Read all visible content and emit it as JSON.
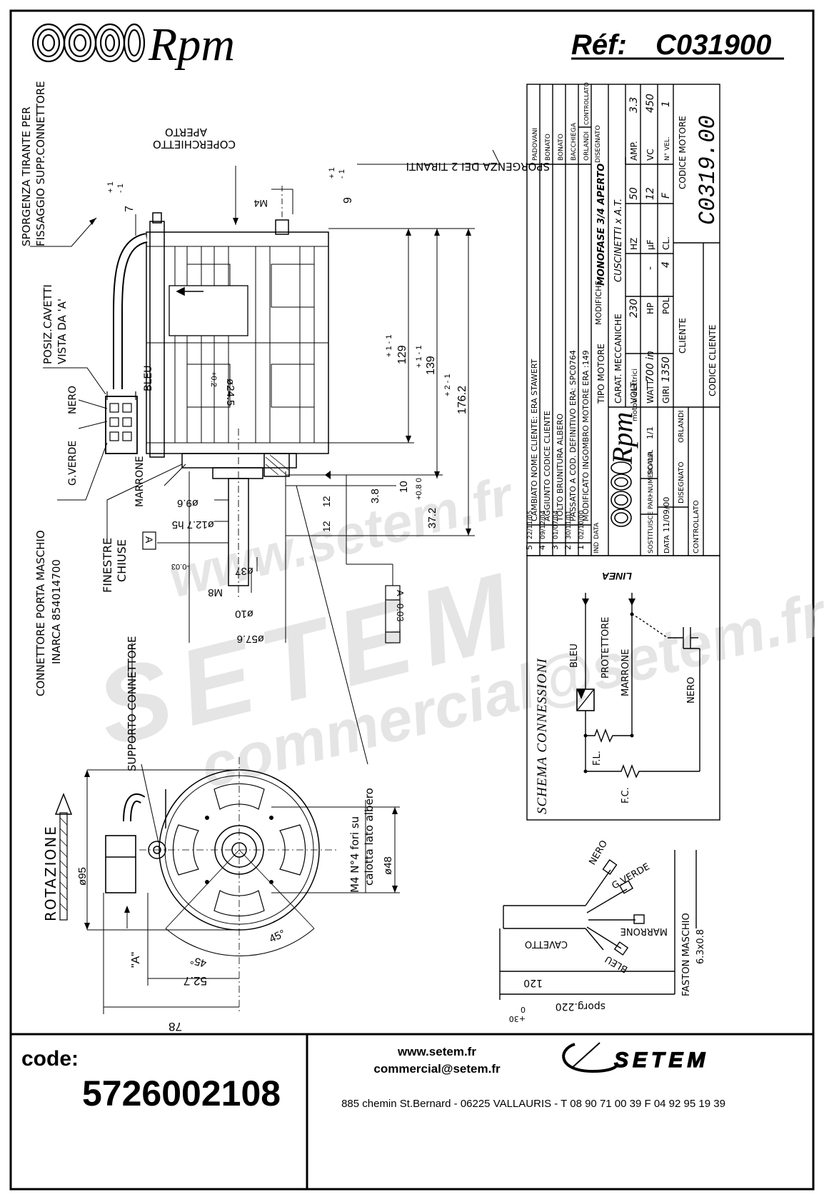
{
  "header": {
    "brand": "Rpm",
    "ref_label": "Réf:",
    "ref_value": "C031900"
  },
  "labels": {
    "sporgenza_tirante_1": "SPORGENZA TIRANTE PER",
    "sporgenza_tirante_2": "FISSAGGIO SUPP.CONNETTORE",
    "copechietto_1": "COPERCHIETTO",
    "copechietto_2": "APERTO",
    "sporgenza_tiranti": "SPORGENZA DEI 2 TIRANTI",
    "posiz_cavetti_1": "POSIZ.CAVETTI",
    "posiz_cavetti_2": "VISTA DA 'A'",
    "bleu": "BLEU",
    "nero": "NERO",
    "g_verde": "G.VERDE",
    "marrone": "MARRONE",
    "finestre_1": "FINESTRE",
    "finestre_2": "CHIUSE",
    "connettore_1": "CONNETTORE PORTA MASCHIO",
    "connettore_2": "INARCA 854014700",
    "supporto_connettore": "SUPPORTO CONNETTORE",
    "rotazione": "ROTAZIONE",
    "view_a": "\"A\"",
    "fori_1": "M4 N°4 fori su",
    "fori_2": "calotta lato albero",
    "cavetto": "CAVETTO",
    "nero_w": "NERO",
    "gverde_w": "G.VERDE",
    "marrone_w": "MARRONE",
    "bleu_w": "BLEU",
    "faston_1": "FASTON MASCHIO",
    "faston_2": "6.3x0.8",
    "sporg": "sporg.220",
    "sporg_tol_up": "+30",
    "sporg_tol_dn": "0"
  },
  "dims": {
    "d7": "7",
    "d7_tol_up": "+ 1",
    "d7_tol_dn": "- 1",
    "d9": "9",
    "d9_tol_up": "+ 1",
    "d9_tol_dn": "- 1",
    "m4": "M4",
    "d129": "129",
    "d129_tol": "+ 1   - 1",
    "d139": "139",
    "d139_tol": "+ 1   - 1",
    "d176": "176.2",
    "d176_tol": "+ 2   - 1",
    "d245": "ø24.5",
    "d245_tol": "+0.2",
    "d96": "ø9.6",
    "d127": "ø12.7 h5",
    "d37": "ø37",
    "d37_tol": "-0.03",
    "m8": "M8",
    "d10": "ø10",
    "d576": "ø57.6",
    "d38": "3.8",
    "d10b": "10",
    "d372": "37.2",
    "d372_tol": "+0.8  0",
    "d12a": "12",
    "d12b": "12",
    "tol_box": "0.03",
    "datum_a": "A",
    "datum_a2": "A",
    "d95": "ø95",
    "d48": "ø48",
    "d45a": "45°",
    "d45b": "45°",
    "d527": "52.7",
    "d78": "78",
    "d120": "120"
  },
  "revisions": [
    {
      "ind": "5",
      "date": "22/11/05",
      "desc": "CAMBIATO NOME CLIENTE: ERA STAWERT",
      "by": "PADOVANI"
    },
    {
      "ind": "4",
      "date": "09/12/04",
      "desc": "AGGIUNTO CODICE CLIENTE",
      "by": "BONATO"
    },
    {
      "ind": "3",
      "date": "01/07/04",
      "desc": "TOLTO BRUNITURA ALBERO",
      "by": "BONATO"
    },
    {
      "ind": "2",
      "date": "30/11/01",
      "desc": "PASSATO A COD. DEFINITIVO ERA: SPC0764",
      "by": "BACCHIEGA"
    },
    {
      "ind": "1",
      "date": "02/10/00",
      "desc": "MODIFICATO INGOMBRO MOTORE ERA :149",
      "by": "ORLANDI"
    }
  ],
  "rev_header": {
    "ind": "IND",
    "date": "DATA",
    "desc": "MODIFICHE",
    "by": "DISEGNATO",
    "ctrl": "CONTROLLATO"
  },
  "specs": {
    "tipo_label": "TIPO MOTORE",
    "tipo_value": "MONOFASE 3/4 APERTO",
    "carat_label": "CARAT. MECCANICHE",
    "carat_value": "CUSCINETTI x A.T.",
    "volt_label": "VOLT",
    "volt": "230",
    "hz_label": "HZ",
    "hz": "50",
    "amp_label": "AMP.",
    "amp": "3.3",
    "watt_label": "WATT",
    "watt": "700 in",
    "hp_label": "HP",
    "hp": "-",
    "uf_label": "µF",
    "uf": "12",
    "vc_label": "VC",
    "vc": "450",
    "giri_label": "GIRI",
    "giri": "1350",
    "poli_label": "POLI",
    "poli": "4",
    "cl_label": "CL.",
    "cl": "F",
    "nvel_label": "N° VEL.",
    "nvel": "1",
    "cliente_label": "CLIENTE",
    "codice_motore_label": "CODICE MOTORE",
    "codice_motore": "C0319.00",
    "codice_cliente_label": "CODICE CLIENTE",
    "rpm_brand": "Rpm",
    "rpm_sub": "motori elettrici",
    "sostituisce_label": "SOSTITUISCE PARI NUMERO DEL",
    "sostituisce": "-",
    "scala_label": "SCALA",
    "scala": "1/1",
    "data_label": "DATA",
    "data": "11/09/00",
    "disegnato_label": "DISEGNATO",
    "disegnato": "ORLANDI",
    "controllato_label": "CONTROLLATO"
  },
  "schema": {
    "title": "SCHEMA CONNESSIONI",
    "linea": "LINEA",
    "bleu": "BLEU",
    "protettore": "PROTETTORE",
    "marrone": "MARRONE",
    "nero": "NERO",
    "fl": "F.L.",
    "fc": "F.C."
  },
  "watermark": {
    "line1": "www.setem.fr",
    "line2": "SETEM",
    "line3": "commercial@setem.fr"
  },
  "footer": {
    "code_label": "code:",
    "code_value": "5726002108",
    "web": "www.setem.fr",
    "email": "commercial@setem.fr",
    "address": "885 chemin St.Bernard  -  06225 VALLAURIS  -  T 08 90 71 00 39   F 04 92 95 19 39",
    "logo": "SETEM"
  }
}
